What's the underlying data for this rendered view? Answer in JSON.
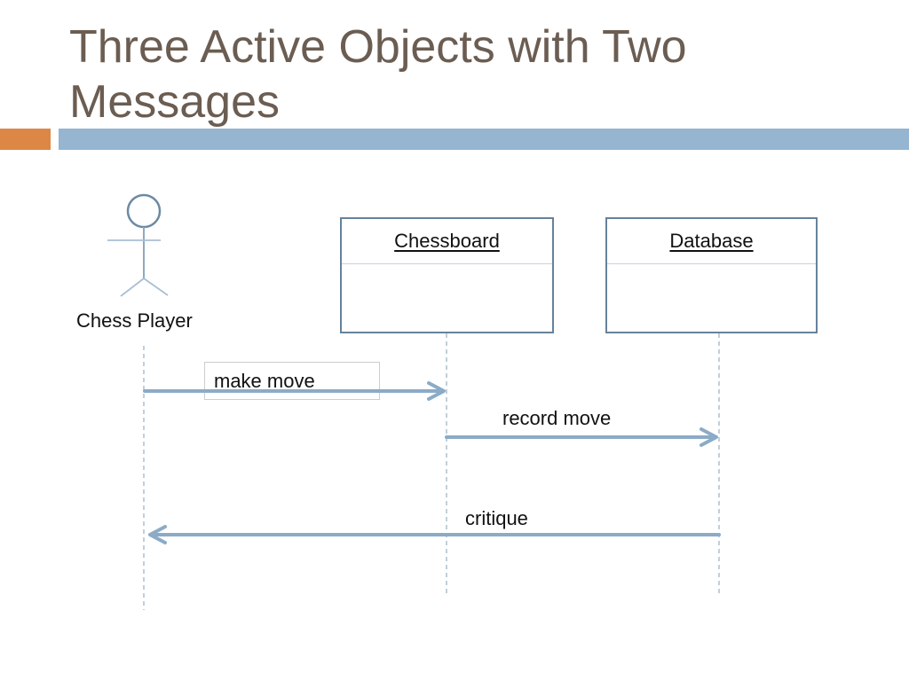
{
  "slide": {
    "title_line1": "Three Active Objects with Two",
    "title_line2": "Messages"
  },
  "theme": {
    "title_color": "#6B5D52",
    "accent_orange": "#DD8746",
    "accent_blue": "#95B5D1",
    "object_box_border": "#66829A",
    "arrow_color": "#8BABC7",
    "lifeline_color": "#A6BBCC",
    "text_color": "#111111"
  },
  "diagram": {
    "actor": {
      "label": "Chess Player"
    },
    "objects": [
      {
        "label": "Chessboard"
      },
      {
        "label": "Database"
      }
    ],
    "messages": [
      {
        "label": "make move",
        "from": "Chess Player",
        "to": "Chessboard"
      },
      {
        "label": "record move",
        "from": "Chessboard",
        "to": "Database"
      },
      {
        "label": "critique",
        "from": "Database",
        "to": "Chess Player"
      }
    ]
  }
}
